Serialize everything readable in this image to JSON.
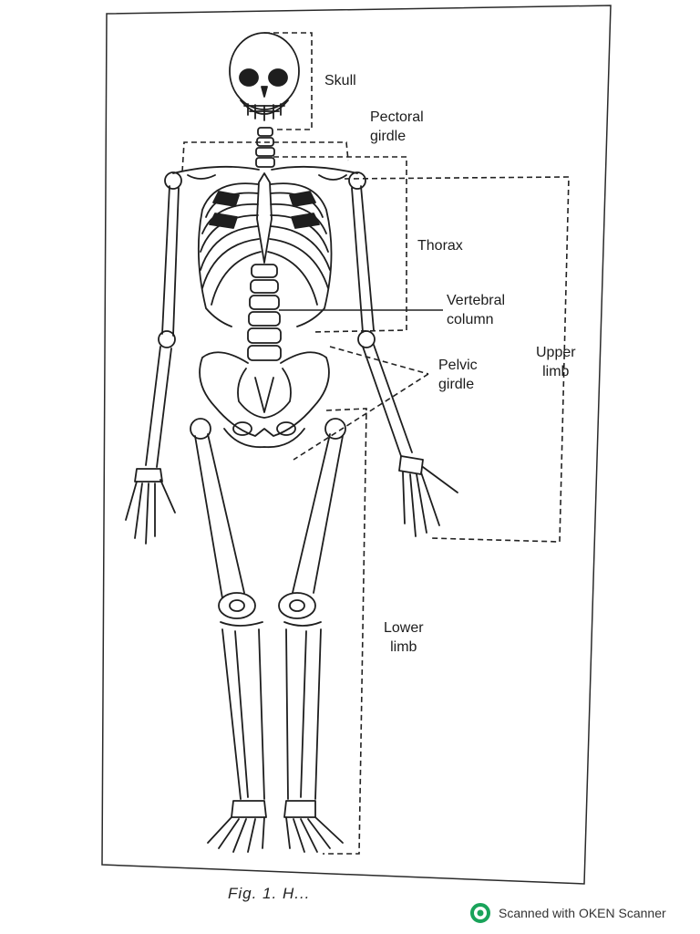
{
  "labels": {
    "skull": "Skull",
    "pectoral_girdle": "Pectoral\ngirdle",
    "thorax": "Thorax",
    "vertebral_column": "Vertebral\ncolumn",
    "pelvic_girdle": "Pelvic\ngirdle",
    "upper_limb": "Upper\nlimb",
    "lower_limb": "Lower\nlimb"
  },
  "caption": "Fig. 1.  H...",
  "watermark": {
    "text": "Scanned with OKEN Scanner",
    "icon": "oken-scanner-logo-icon",
    "color": "#19a35a"
  }
}
